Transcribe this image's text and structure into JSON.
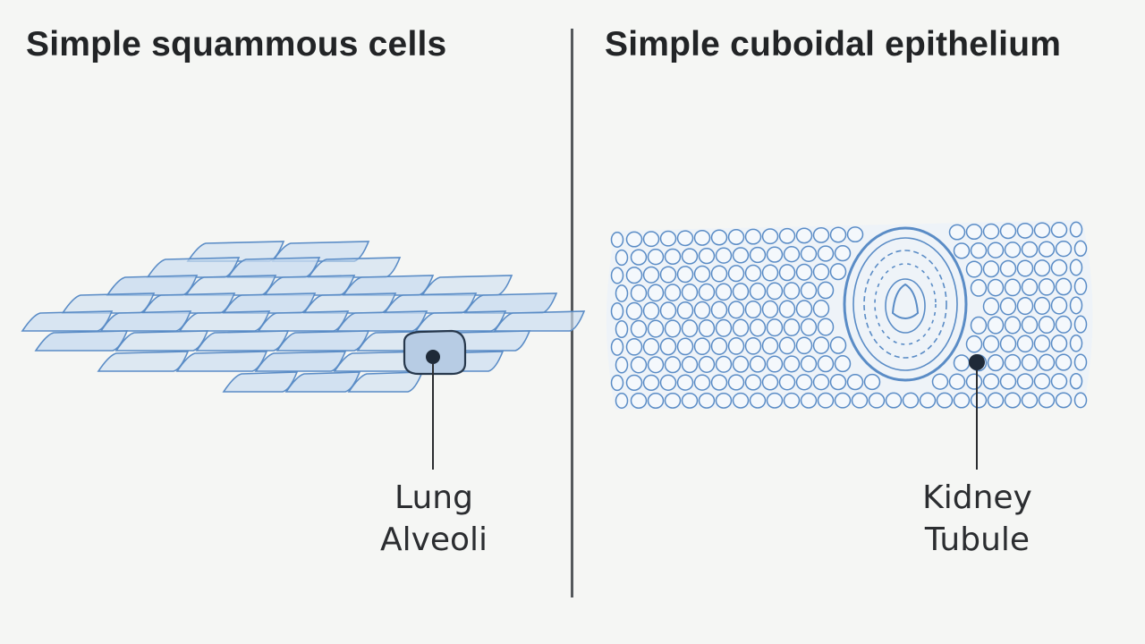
{
  "left_panel": {
    "title": "Simple squammous cells",
    "callout": {
      "line1": "Lung",
      "line2": "Alveoli"
    }
  },
  "right_panel": {
    "title": "Simple cuboidal epithelium",
    "callout": {
      "line1": "Kidney",
      "line2": "Tubule"
    }
  },
  "colors": {
    "background": "#f5f6f4",
    "cell_fill": "#c9dcf0",
    "cell_stroke": "#5a8cc6",
    "nucleus": "#1f2a38",
    "text": "#222426",
    "divider": "#55595c"
  }
}
